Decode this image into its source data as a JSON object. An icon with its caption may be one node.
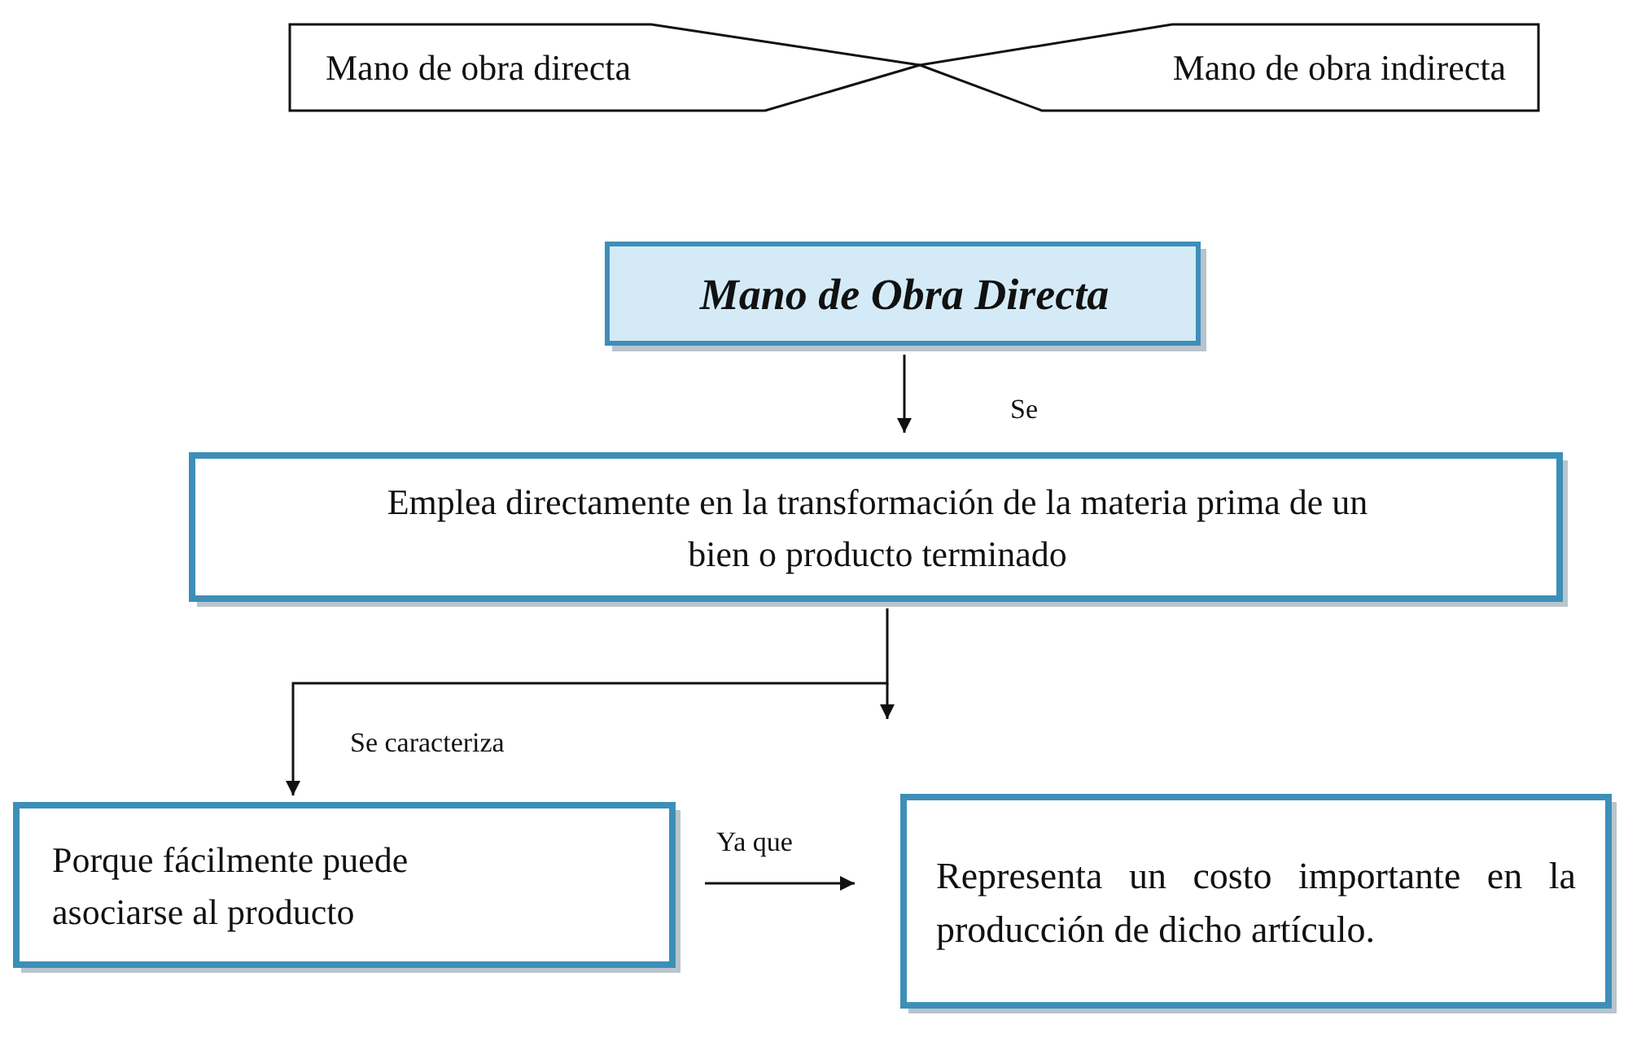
{
  "diagram": {
    "nodes": [
      {
        "text": [
          "Mano de obra directa"
        ]
      },
      {
        "text": [
          "Mano de obra indirecta"
        ]
      },
      {
        "text": [
          "Mano de Obra Directa"
        ]
      },
      {
        "text": [
          "Emplea directamente en la transformación de la materia prima de un bien o producto terminado"
        ]
      },
      {
        "text": [
          "Porque fácilmente puede asociarse al producto"
        ]
      },
      {
        "text": [
          "Representa un costo importante en la producción de dicho artículo."
        ]
      }
    ],
    "edges": [
      {
        "from": 2,
        "to": 3,
        "arrow": "to",
        "label": "Se"
      },
      {
        "from": 3,
        "to": 4,
        "arrow": "to",
        "label": "Se caracteriza"
      },
      {
        "from": 4,
        "to": 5,
        "arrow": "to",
        "label": "Ya que"
      }
    ]
  }
}
